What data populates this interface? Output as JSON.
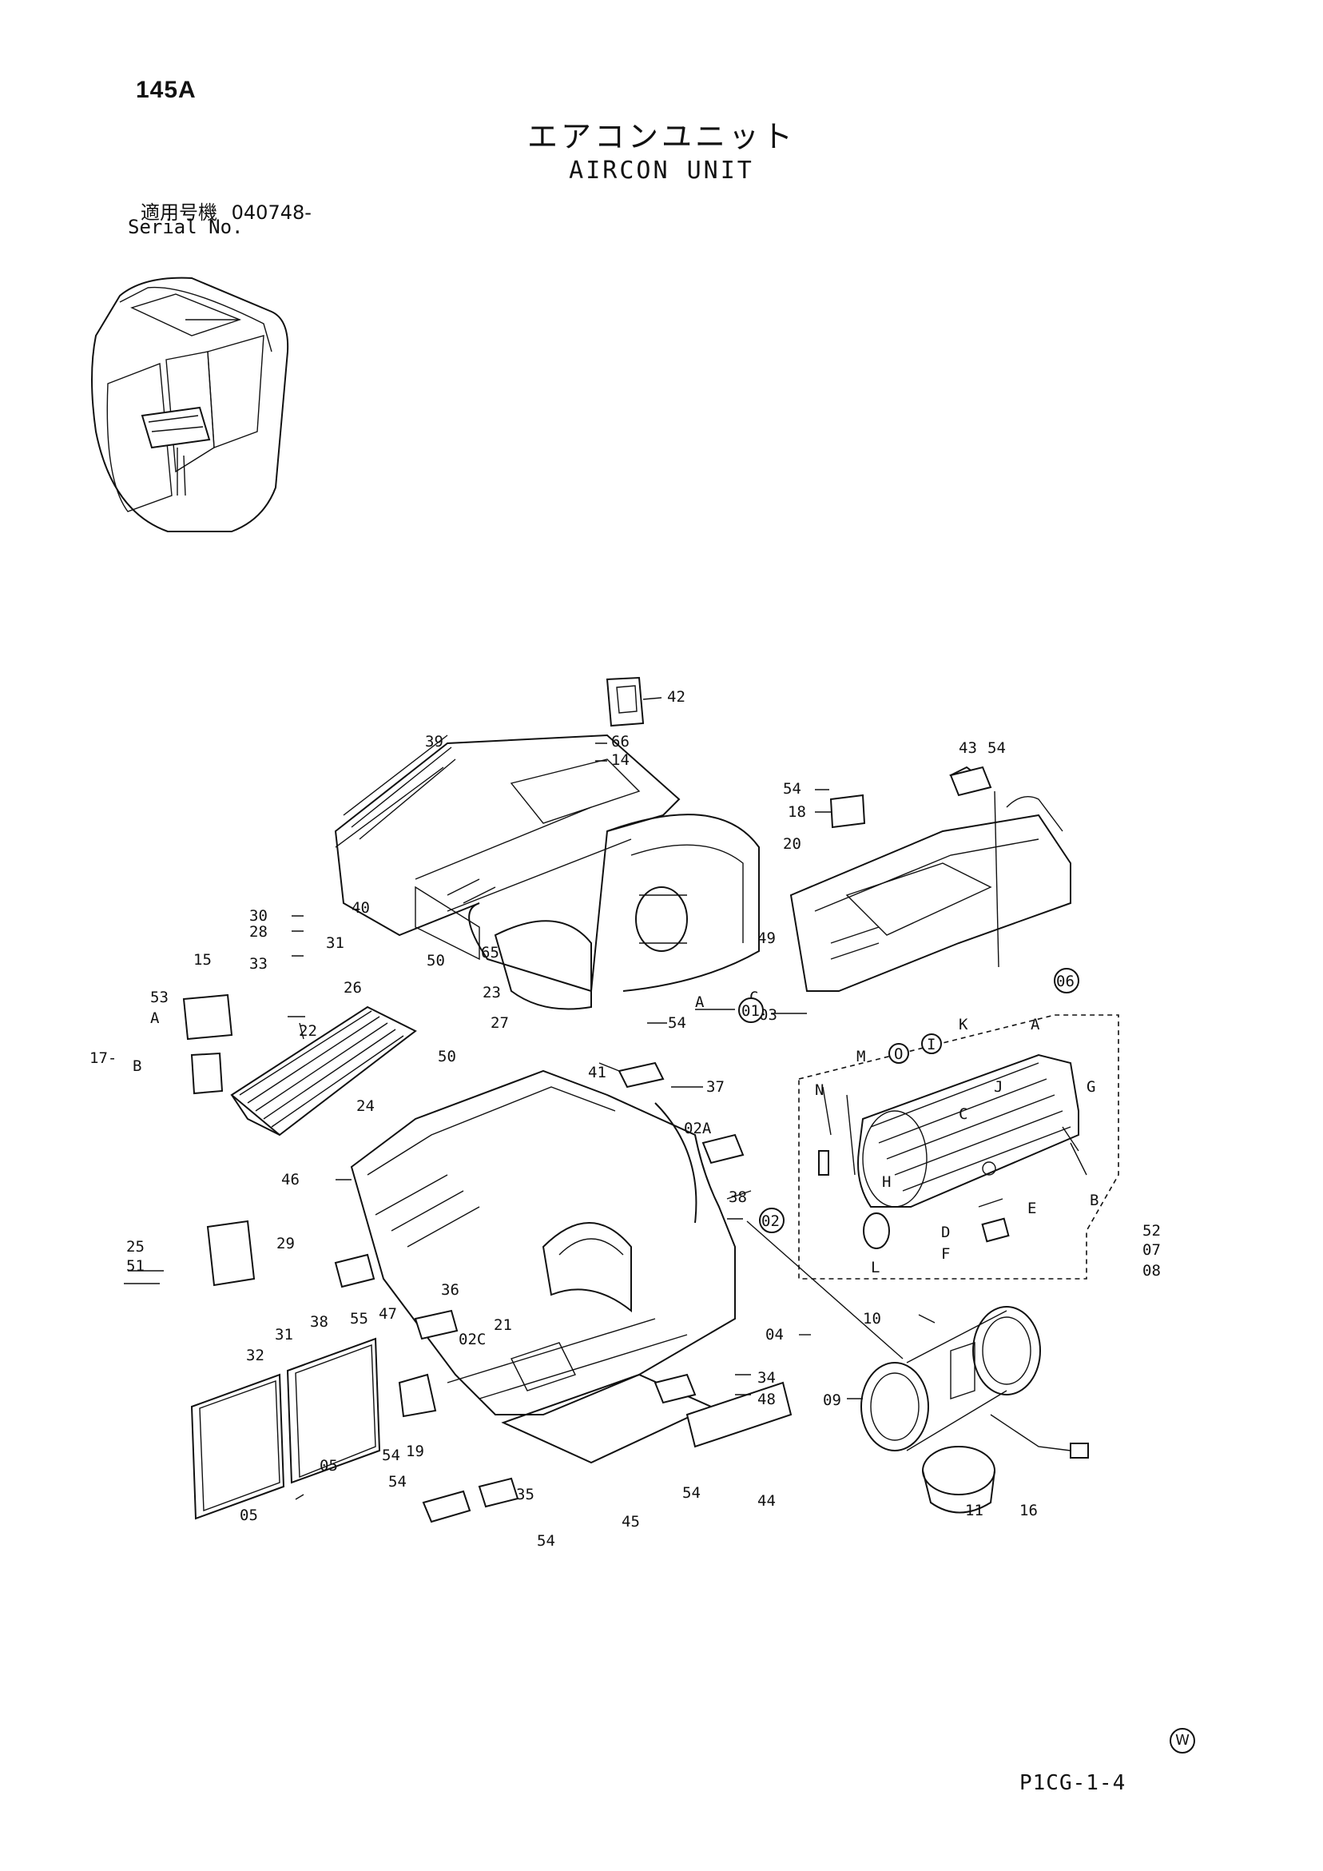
{
  "page_number": "145A",
  "title_jp": "エアコンユニット",
  "title_en": "AIRCON UNIT",
  "serial_label_jp": "適用号機",
  "serial_value": "040748-",
  "serial_label_en": "Serial No.",
  "document_code": "P1CG-1-4",
  "corner_mark": "W",
  "callouts": {
    "c42": "42",
    "c66": "66",
    "c14": "14",
    "c39": "39",
    "c43": "43",
    "c54a": "54",
    "c54b": "54",
    "c18": "18",
    "c20": "20",
    "c30": "30",
    "c28": "28",
    "c31a": "31",
    "c40": "40",
    "c15": "15",
    "c33": "33",
    "c50a": "50",
    "c65": "65",
    "c26": "26",
    "c23": "23",
    "c49": "49",
    "c53": "53",
    "cA1": "A",
    "cB1": "B",
    "c17": "17-",
    "c22": "22",
    "c27": "27",
    "c54c": "54",
    "cA2": "A",
    "cC1": "C",
    "c03": "03",
    "c01": "01",
    "c06": "06",
    "c50b": "50",
    "c41": "41",
    "c37": "37",
    "c24": "24",
    "c02A": "02A",
    "c46": "46",
    "c38a": "38",
    "c02": "02",
    "c25": "25",
    "c51": "51",
    "c29": "29",
    "c36": "36",
    "c47": "47",
    "c55": "55",
    "c38b": "38",
    "c31b": "31",
    "c32": "32",
    "c02C": "02C",
    "c21": "21",
    "c04": "04",
    "c10": "10",
    "c34": "34",
    "c48": "48",
    "c09": "09",
    "c54d": "54",
    "c19": "19",
    "c05a": "05",
    "c05b": "05",
    "c54e": "54",
    "c35": "35",
    "c54f": "54",
    "c54g": "54",
    "c44": "44",
    "c45": "45",
    "c11": "11",
    "c16": "16",
    "cK": "K",
    "cA3": "A",
    "cM": "M",
    "cN": "N",
    "cO": "O",
    "cI": "I",
    "cG": "G",
    "cC2": "C",
    "cJ": "J",
    "cH": "H",
    "cE": "E",
    "cD": "D",
    "cF": "F",
    "cL": "L",
    "cB2": "B",
    "c52": "52",
    "c07": "07",
    "c08": "08"
  }
}
